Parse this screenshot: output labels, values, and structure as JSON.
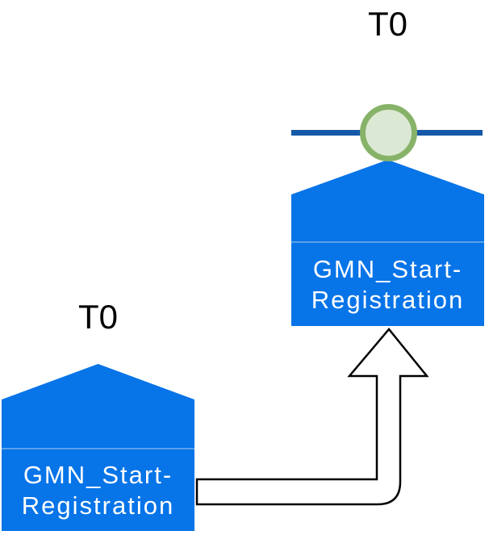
{
  "diagram": {
    "target_node": {
      "time_label": "T0",
      "label_line1": "GMN_Start-",
      "label_line2": "Registration",
      "marker": "green-circle-event-marker"
    },
    "source_node": {
      "time_label": "T0",
      "label_line1": "GMN_Start-",
      "label_line2": "Registration"
    },
    "connector": {
      "type": "bent-up-block-arrow",
      "from": "source_node",
      "to": "target_node"
    },
    "colors": {
      "block_fill": "#0774E8",
      "block_divider": "#5C9FE8",
      "block_text": "#FFFFFF",
      "timeline_bar": "#1659A8",
      "marker_ring": "#87B369",
      "marker_fill": "#DBE9D4",
      "connector_fill": "#FFFFFF",
      "connector_stroke": "#000000",
      "time_text": "#000000"
    }
  }
}
